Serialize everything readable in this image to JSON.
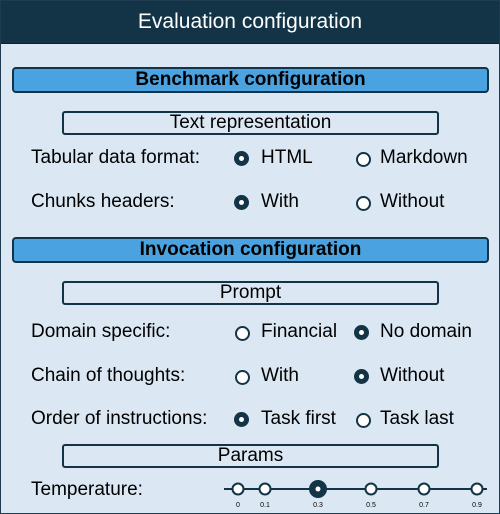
{
  "title": "Evaluation configuration",
  "benchmark": {
    "header": "Benchmark configuration",
    "subheader": "Text representation",
    "rows": [
      {
        "label": "Tabular data format:",
        "options": [
          "HTML",
          "Markdown"
        ],
        "selected": 0
      },
      {
        "label": "Chunks headers:",
        "options": [
          "With",
          "Without"
        ],
        "selected": 0
      }
    ]
  },
  "invocation": {
    "header": "Invocation configuration",
    "prompt_subheader": "Prompt",
    "rows": [
      {
        "label": "Domain specific:",
        "options": [
          "Financial",
          "No domain"
        ],
        "selected": 1
      },
      {
        "label": "Chain of thoughts:",
        "options": [
          "With",
          "Without"
        ],
        "selected": 1
      },
      {
        "label": "Order of instructions:",
        "options": [
          "Task first",
          "Task last"
        ],
        "selected": 0
      }
    ],
    "params_subheader": "Params",
    "temperature": {
      "label": "Temperature:",
      "ticks": [
        "0",
        "0.1",
        "0.3",
        "0.5",
        "0.7",
        "0.9"
      ],
      "selected": 2
    }
  },
  "colors": {
    "dark": "#123446",
    "accent": "#4aa3e0",
    "panel": "#dbe8f3"
  }
}
